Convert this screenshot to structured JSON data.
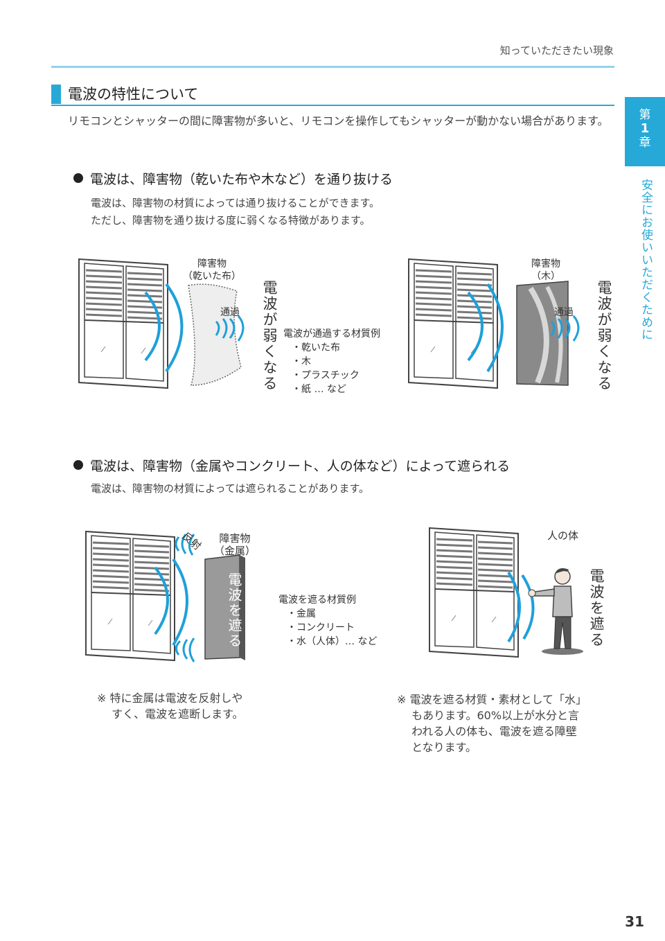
{
  "header": {
    "running_title": "知っていただきたい現象"
  },
  "chapter": {
    "label_top": "第",
    "number": "1",
    "label_bottom": "章",
    "title": "安全にお使いいただくために"
  },
  "section": {
    "title": "電波の特性について",
    "intro": "リモコンとシャッターの間に障害物が多いと、リモコンを操作してもシャッターが動かない場合があります。"
  },
  "part1": {
    "heading": "電波は、障害物（乾いた布や木など）を通り抜ける",
    "line1": "電波は、障害物の材質によっては通り抜けることができます。",
    "line2": "ただし、障害物を通り抜ける度に弱くなる特徴があります。",
    "left_label_1": "障害物",
    "left_label_2": "（乾いた布）",
    "right_label_1": "障害物",
    "right_label_2": "（木）",
    "pass_label": "通過",
    "weak_text": "電波が弱くなる",
    "materials_title": "電波が通過する材質例",
    "materials": [
      "・乾いた布",
      "・木",
      "・プラスチック",
      "・紙 … など"
    ]
  },
  "part2": {
    "heading": "電波は、障害物（金属やコンクリート、人の体など）によって遮られる",
    "line1": "電波は、障害物の材質によっては遮られることがあります。",
    "reflect_label": "反射",
    "metal_label_1": "障害物",
    "metal_label_2": "（金属）",
    "block_text": "電波を遮る",
    "person_label": "人の体",
    "materials_title": "電波を遮る材質例",
    "materials": [
      "・金属",
      "・コンクリート",
      "・水（人体）… など"
    ],
    "note_left": [
      "※ 特に金属は電波を反射しや",
      "　 すく、電波を遮断します。"
    ],
    "note_right": [
      "※ 電波を遮る材質・素材として「水」",
      "　 もあります。60%以上が水分と言",
      "　 われる人の体も、電波を遮る障壁",
      "　 となります。"
    ]
  },
  "page_number": "31",
  "colors": {
    "accent": "#27a9d8",
    "wave": "#1ea0da"
  }
}
